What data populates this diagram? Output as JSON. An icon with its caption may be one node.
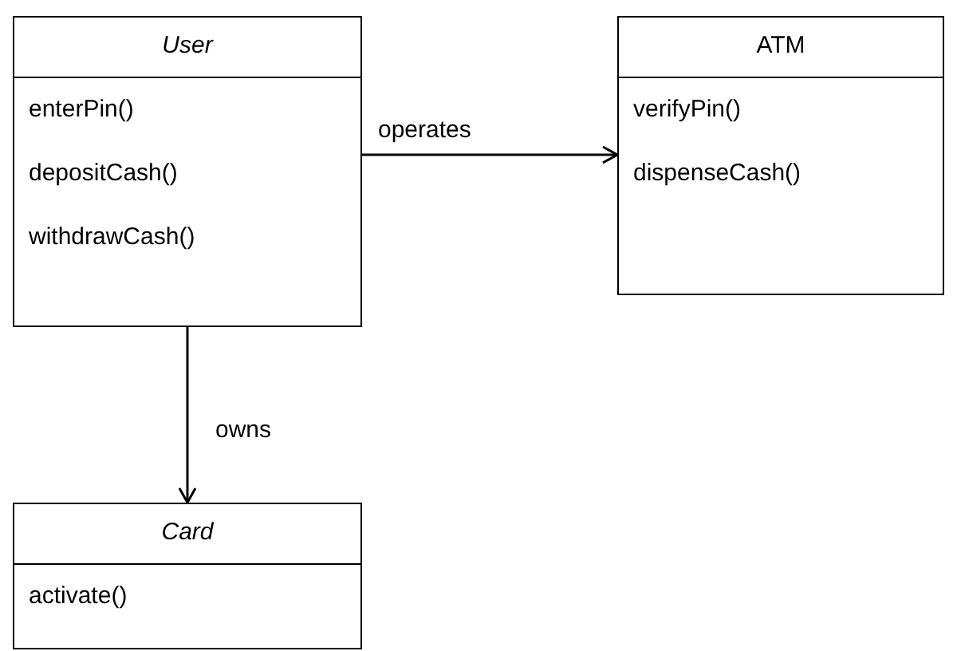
{
  "diagram": {
    "nodes": [
      {
        "text": [
          "User",
          "enterPin()",
          "depositCash()",
          "withdrawCash()"
        ]
      },
      {
        "text": [
          "ATM",
          "verifyPin()",
          "dispenseCash()"
        ]
      },
      {
        "text": [
          "Card",
          "activate()"
        ]
      }
    ],
    "edges": [
      {
        "from": 0,
        "to": 1,
        "arrow": "to",
        "label": "operates"
      },
      {
        "from": 0,
        "to": 2,
        "arrow": "to",
        "label": "owns"
      }
    ]
  }
}
